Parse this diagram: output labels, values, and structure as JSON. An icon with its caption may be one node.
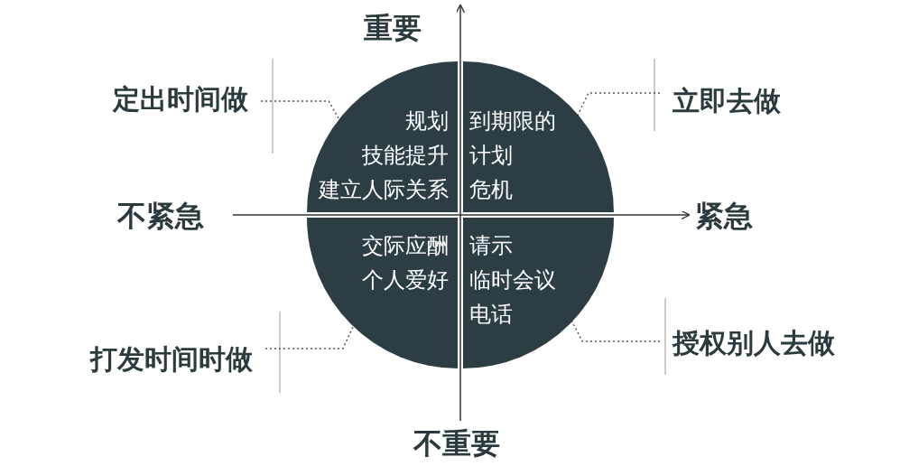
{
  "diagram": {
    "nodes": [
      {
        "text": [
          "规划",
          "技能提升",
          "建立人际关系"
        ]
      },
      {
        "text": [
          "到期限的",
          "计划",
          "危机"
        ]
      },
      {
        "text": [
          "交际应酬",
          "个人爱好"
        ]
      },
      {
        "text": [
          "请示",
          "临时会议",
          "电话"
        ]
      },
      {
        "text": [
          "定出时间做"
        ]
      },
      {
        "text": [
          "立即去做"
        ]
      },
      {
        "text": [
          "打发时间时做"
        ]
      },
      {
        "text": [
          "授权别人去做"
        ]
      }
    ],
    "edges": [
      {
        "from": 4,
        "to": 0,
        "arrow": "none",
        "style": "dashed"
      },
      {
        "from": 5,
        "to": 1,
        "arrow": "none",
        "style": "dashed"
      },
      {
        "from": 6,
        "to": 2,
        "arrow": "none",
        "style": "dashed"
      },
      {
        "from": 7,
        "to": 3,
        "arrow": "none",
        "style": "dashed"
      }
    ],
    "labels": [
      "重要",
      "不紧急",
      "紧急",
      "不重要"
    ]
  }
}
